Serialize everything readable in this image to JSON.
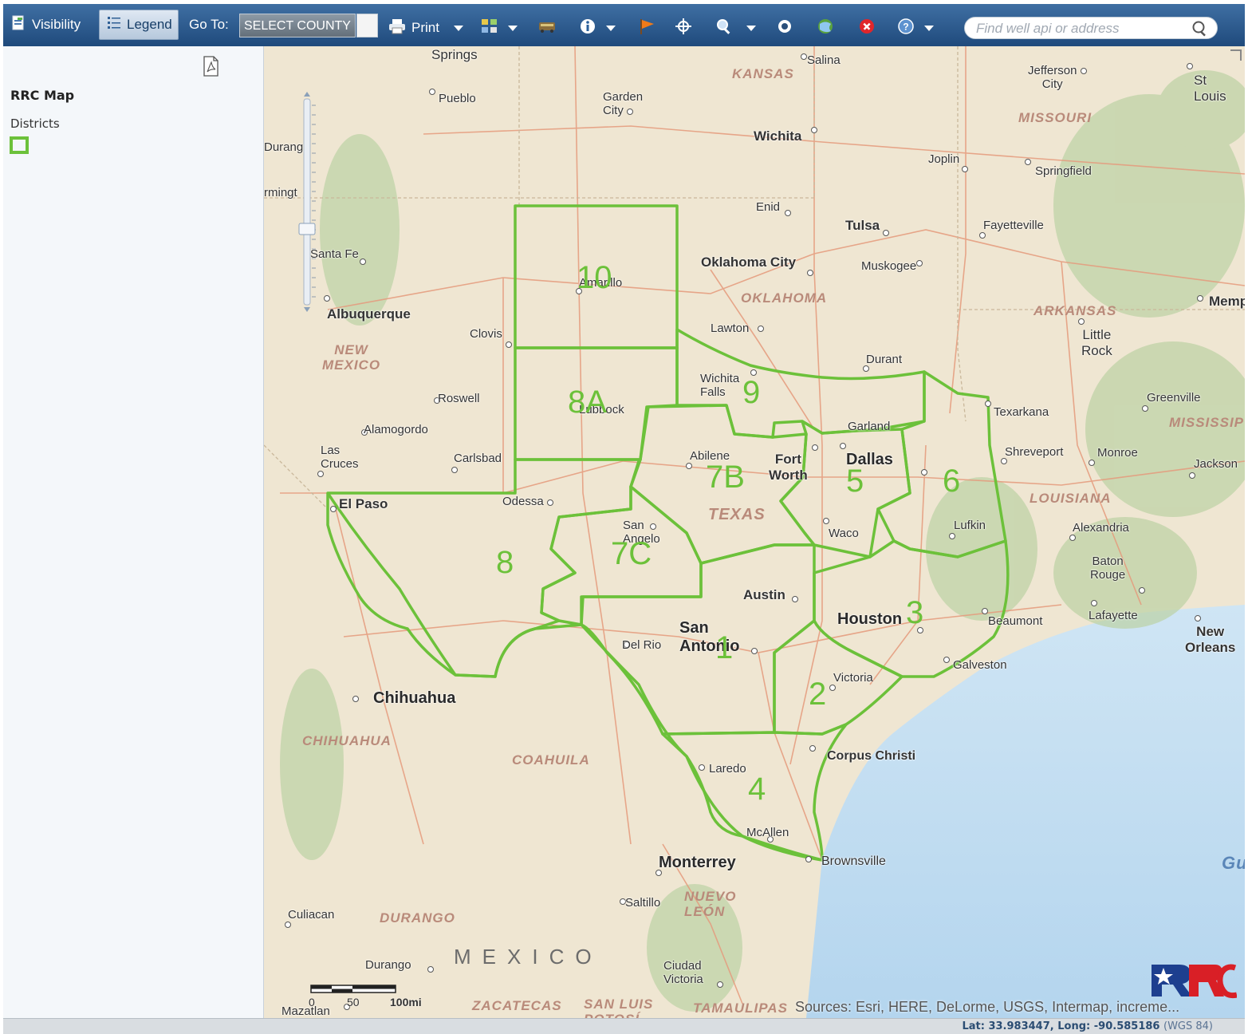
{
  "toolbar": {
    "visibility_label": "Visibility",
    "legend_label": "Legend",
    "goto_label": "Go To:",
    "county_value": "SELECT COUNTY",
    "print_label": "Print",
    "search_placeholder": "Find well api or address"
  },
  "panel": {
    "title": "RRC Map",
    "layer_name": "Districts",
    "layer_color": "#6cc13a"
  },
  "map": {
    "cities": {
      "springs": "Springs",
      "salina": "Salina",
      "jefferson_city": "Jefferson\nCity",
      "st_louis": "St\nLouis",
      "pueblo": "Pueblo",
      "garden_city": "Garden\nCity",
      "wichita": "Wichita",
      "durango_co": "Durang",
      "joplin": "Joplin",
      "springfield": "Springfield",
      "farmington": "rmingt",
      "enid": "Enid",
      "tulsa": "Tulsa",
      "fayetteville": "Fayetteville",
      "santa_fe": "Santa Fe",
      "oklahoma_city": "Oklahoma City",
      "muskogee": "Muskogee",
      "amarillo": "Amarillo",
      "memphis": "Memp",
      "albuquerque": "Albuquerque",
      "clovis": "Clovis",
      "lawton": "Lawton",
      "little_rock": "Little\nRock",
      "durant": "Durant",
      "wichita_falls": "Wichita\nFalls",
      "roswell": "Roswell",
      "greenville": "Greenville",
      "texarkana": "Texarkana",
      "lubbock": "Lubbock",
      "alamogordo": "Alamogordo",
      "garland": "Garland",
      "las_cruces": "Las\nCruces",
      "carlsbad": "Carlsbad",
      "abilene": "Abilene",
      "fort_worth": "Fort\nWorth",
      "dallas": "Dallas",
      "shreveport": "Shreveport",
      "monroe": "Monroe",
      "jackson": "Jackson",
      "el_paso": "El Paso",
      "odessa": "Odessa",
      "san_angelo": "San\nAngelo",
      "waco": "Waco",
      "lufkin": "Lufkin",
      "alexandria": "Alexandria",
      "baton_rouge": "Baton\nRouge",
      "austin": "Austin",
      "houston": "Houston",
      "beaumont": "Beaumont",
      "lafayette": "Lafayette",
      "new_orleans": "New\nOrleans",
      "san_antonio": "San\nAntonio",
      "del_rio": "Del Rio",
      "galveston": "Galveston",
      "victoria": "Victoria",
      "chihuahua": "Chihuahua",
      "corpus_christi": "Corpus Christi",
      "laredo": "Laredo",
      "mcallen": "McAllen",
      "monterrey": "Monterrey",
      "brownsville": "Brownsville",
      "saltillo": "Saltillo",
      "culiacan": "Culiacan",
      "durango_mx": "Durango",
      "ciudad_victoria": "Ciudad\nVictoria",
      "mazatlan": "Mazatlan"
    },
    "regions": {
      "kansas": "KANSAS",
      "missouri": "MISSOURI",
      "oklahoma": "OKLAHOMA",
      "arkansas": "ARKANSAS",
      "new_mexico": "NEW\nMEXICO",
      "mississippi": "MISSISSIP",
      "texas": "TEXAS",
      "louisiana": "LOUISIANA",
      "chihuahua": "CHIHUAHUA",
      "coahuila": "COAHUILA",
      "nuevo_leon": "NUEVO\nLEÓN",
      "durango": "DURANGO",
      "zacatecas": "ZACATECAS",
      "san_luis": "SAN LUIS\nPOTOSÍ",
      "tamaulipas": "TAMAULIPAS",
      "gulf": "Gu",
      "mexico": "MEXICO"
    },
    "districts": {
      "d10": "10",
      "d8a": "8A",
      "d9": "9",
      "d7b": "7B",
      "d5": "5",
      "d6": "6",
      "d8": "8",
      "d7c": "7C",
      "d3": "3",
      "d1": "1",
      "d2": "2",
      "d4": "4"
    },
    "district_color": "#6cc13a",
    "scale_labels": [
      "0",
      "50",
      "100mi"
    ],
    "sources": "Sources: Esri, HERE, DeLorme, USGS, Intermap, increme...",
    "logo_text": "RRC"
  },
  "status": {
    "lat_label": "Lat:",
    "lat": "33.983447,",
    "long_label": "Long:",
    "long": "-90.585186",
    "wgs": "(WGS 84)"
  }
}
